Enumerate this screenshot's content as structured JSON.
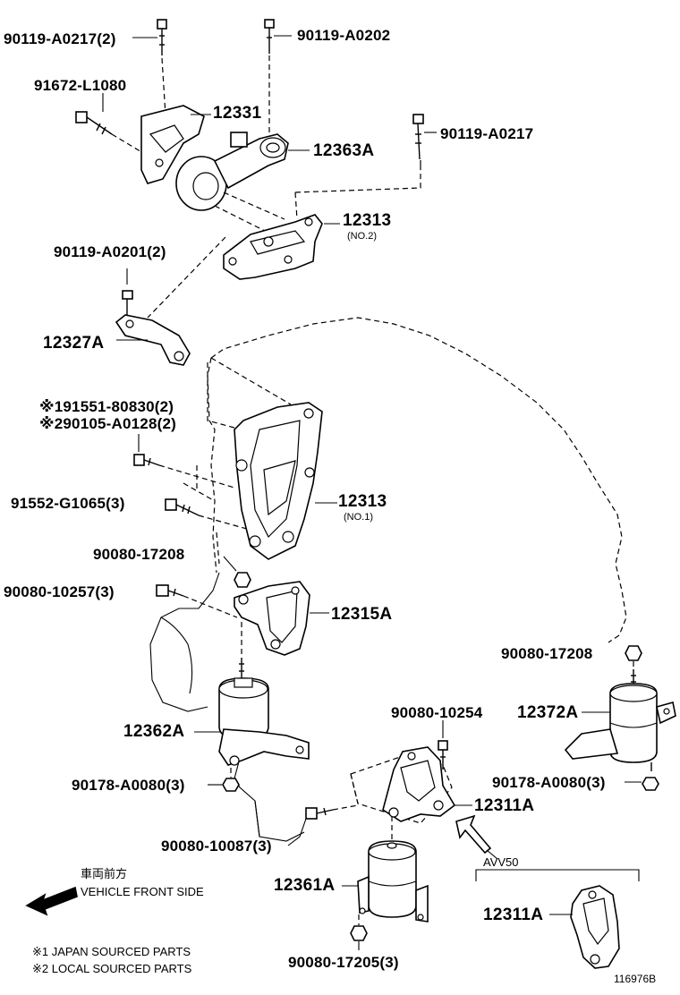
{
  "labels": {
    "p90119_A0217_2": "90119-A0217(2)",
    "p90119_A0202": "90119-A0202",
    "p91672_L1080": "91672-L1080",
    "p12331": "12331",
    "p12363A": "12363A",
    "p90119_A0217": "90119-A0217",
    "p12313_no2": "12313",
    "no2": "(NO.2)",
    "p90119_A0201_2": "90119-A0201(2)",
    "p12327A": "12327A",
    "p91551_80830_2": "※191551-80830(2)",
    "p90105_A0128_2": "※290105-A0128(2)",
    "p91552_G1065_3": "91552-G1065(3)",
    "p12313_no1": "12313",
    "no1": "(NO.1)",
    "p90080_17208_a": "90080-17208",
    "p90080_10257_3": "90080-10257(3)",
    "p12315A": "12315A",
    "p90080_17208_b": "90080-17208",
    "p12372A": "12372A",
    "p12362A": "12362A",
    "p90080_10254": "90080-10254",
    "p90178_A0080_3_a": "90178-A0080(3)",
    "p90178_A0080_3_b": "90178-A0080(3)",
    "p12311A_a": "12311A",
    "p90080_10087_3": "90080-10087(3)",
    "avv50": "AVV50",
    "p12361A": "12361A",
    "p12311A_b": "12311A",
    "p90080_17205_3": "90080-17205(3)",
    "front_jp": "車両前方",
    "front_en": "VEHICLE FRONT SIDE",
    "note1": "※1 JAPAN SOURCED PARTS",
    "note2": "※2 LOCAL SOURCED PARTS",
    "diagram_code": "116976B"
  }
}
